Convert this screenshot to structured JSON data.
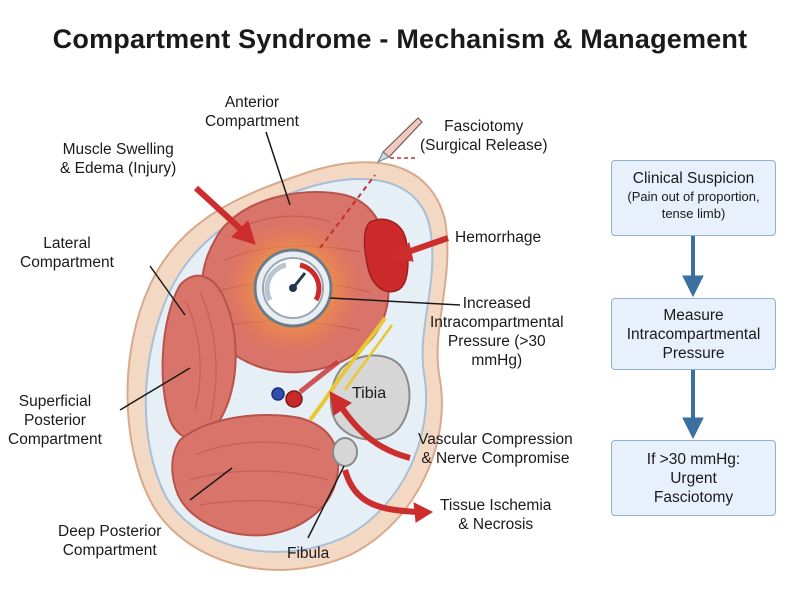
{
  "title": "Compartment Syndrome - Mechanism & Management",
  "labels": {
    "anterior": [
      "Anterior",
      "Compartment"
    ],
    "swelling": [
      "Muscle Swelling",
      "& Edema (Injury)"
    ],
    "fasciotomy": [
      "Fasciotomy",
      "(Surgical Release)"
    ],
    "lateral": [
      "Lateral",
      "Compartment"
    ],
    "hemorrhage": [
      "Hemorrhage"
    ],
    "pressure": [
      "Increased",
      "Intracompartmental",
      "Pressure (>30",
      "mmHg)"
    ],
    "superficial": [
      "Superficial",
      "Posterior",
      "Compartment"
    ],
    "tibia": "Tibia",
    "vascular": [
      "Vascular Compression",
      "& Nerve Compromise"
    ],
    "ischemia": [
      "Tissue Ischemia",
      "& Necrosis"
    ],
    "deep": [
      "Deep Posterior",
      "Compartment"
    ],
    "fibula": [
      "Fibula"
    ]
  },
  "flow": {
    "step1": {
      "title": "Clinical Suspicion",
      "detail": [
        "(Pain out of proportion,",
        "tense limb)"
      ]
    },
    "step2": [
      "Measure",
      "Intracompartmental",
      "Pressure"
    ],
    "step3": [
      "If >30 mmHg:",
      "Urgent",
      "Fasciotomy"
    ]
  },
  "colors": {
    "muscle": "#d9746a",
    "muscle_dark": "#b9524a",
    "skin": "#f3d8c4",
    "fascia": "#e6eef6",
    "hemorrhage": "#cc2a2a",
    "arrow_red": "#cc2e2e",
    "arrow_blue": "#3a6f9f",
    "box_fill": "#e8f1fb",
    "box_border": "#8fb0d1",
    "nerve": "#e8c832"
  },
  "icons": [
    "pressure-gauge-icon",
    "scalpel-icon"
  ]
}
